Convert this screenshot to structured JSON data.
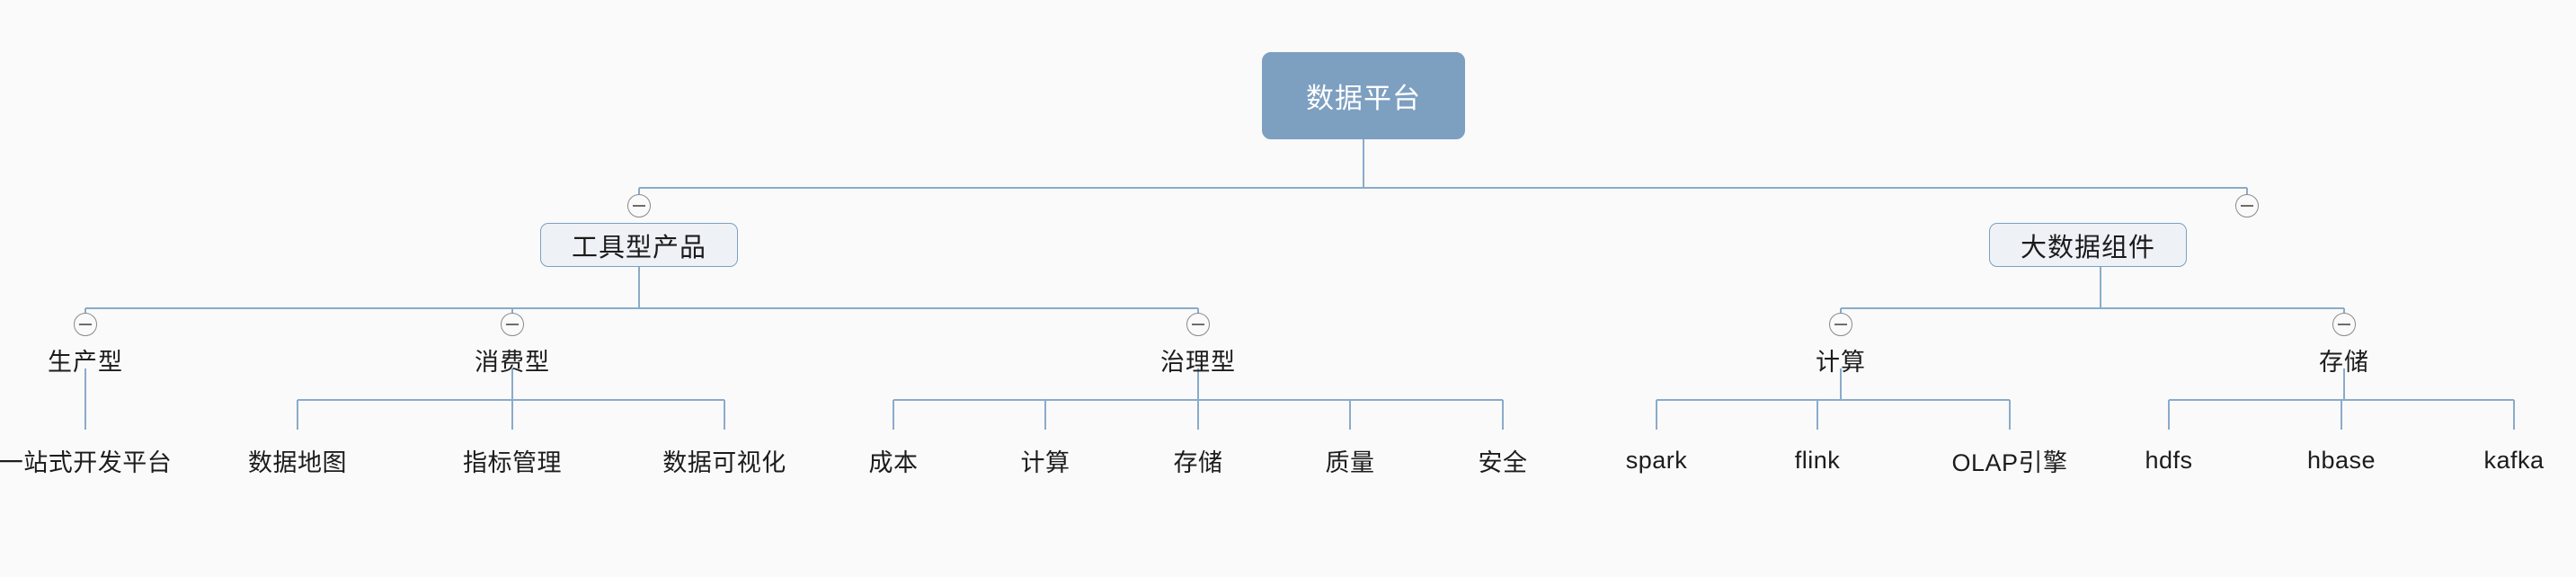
{
  "diagram": {
    "title": "数据平台",
    "background_color": "#fafafa",
    "edge_color": "#8aabca",
    "root_fill": "#7d9fc0",
    "branch_fill": "#eef2f7",
    "branch_border": "#7d9fc0",
    "toggle_icon": "collapse-minus-icon"
  },
  "nodes": {
    "root": {
      "label": "数据平台"
    },
    "level2": [
      {
        "label": "工具型产品"
      },
      {
        "label": "大数据组件"
      }
    ],
    "level3": [
      {
        "label": "生产型"
      },
      {
        "label": "消费型"
      },
      {
        "label": "治理型"
      },
      {
        "label": "计算"
      },
      {
        "label": "存储"
      }
    ],
    "leaves": [
      {
        "label": "一站式开发平台"
      },
      {
        "label": "数据地图"
      },
      {
        "label": "指标管理"
      },
      {
        "label": "数据可视化"
      },
      {
        "label": "成本"
      },
      {
        "label": "计算"
      },
      {
        "label": "存储"
      },
      {
        "label": "质量"
      },
      {
        "label": "安全"
      },
      {
        "label": "spark"
      },
      {
        "label": "flink"
      },
      {
        "label": "OLAP引擎"
      },
      {
        "label": "hdfs"
      },
      {
        "label": "hbase"
      },
      {
        "label": "kafka"
      }
    ]
  }
}
